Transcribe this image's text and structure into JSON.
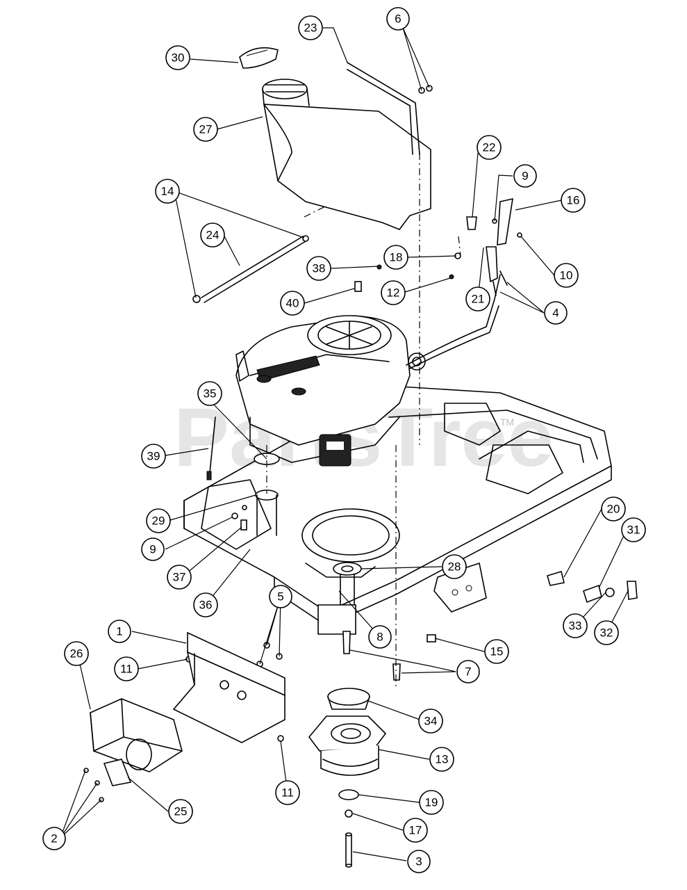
{
  "diagram": {
    "watermark": "PartsTree",
    "watermark_mark": "TM",
    "callouts": [
      {
        "id": "c1",
        "label": "1"
      },
      {
        "id": "c2",
        "label": "2"
      },
      {
        "id": "c3",
        "label": "3"
      },
      {
        "id": "c4",
        "label": "4"
      },
      {
        "id": "c5",
        "label": "5"
      },
      {
        "id": "c6",
        "label": "6"
      },
      {
        "id": "c7",
        "label": "7"
      },
      {
        "id": "c8",
        "label": "8"
      },
      {
        "id": "c9a",
        "label": "9"
      },
      {
        "id": "c9b",
        "label": "9"
      },
      {
        "id": "c10",
        "label": "10"
      },
      {
        "id": "c11a",
        "label": "11"
      },
      {
        "id": "c11b",
        "label": "11"
      },
      {
        "id": "c12",
        "label": "12"
      },
      {
        "id": "c13",
        "label": "13"
      },
      {
        "id": "c14",
        "label": "14"
      },
      {
        "id": "c15",
        "label": "15"
      },
      {
        "id": "c16",
        "label": "16"
      },
      {
        "id": "c17",
        "label": "17"
      },
      {
        "id": "c18",
        "label": "18"
      },
      {
        "id": "c19",
        "label": "19"
      },
      {
        "id": "c20",
        "label": "20"
      },
      {
        "id": "c21",
        "label": "21"
      },
      {
        "id": "c22",
        "label": "22"
      },
      {
        "id": "c23",
        "label": "23"
      },
      {
        "id": "c24",
        "label": "24"
      },
      {
        "id": "c25",
        "label": "25"
      },
      {
        "id": "c26",
        "label": "26"
      },
      {
        "id": "c27",
        "label": "27"
      },
      {
        "id": "c28",
        "label": "28"
      },
      {
        "id": "c29",
        "label": "29"
      },
      {
        "id": "c30",
        "label": "30"
      },
      {
        "id": "c31",
        "label": "31"
      },
      {
        "id": "c32",
        "label": "32"
      },
      {
        "id": "c33",
        "label": "33"
      },
      {
        "id": "c34",
        "label": "34"
      },
      {
        "id": "c35",
        "label": "35"
      },
      {
        "id": "c36",
        "label": "36"
      },
      {
        "id": "c37",
        "label": "37"
      },
      {
        "id": "c38",
        "label": "38"
      },
      {
        "id": "c39",
        "label": "39"
      },
      {
        "id": "c40",
        "label": "40"
      }
    ]
  }
}
